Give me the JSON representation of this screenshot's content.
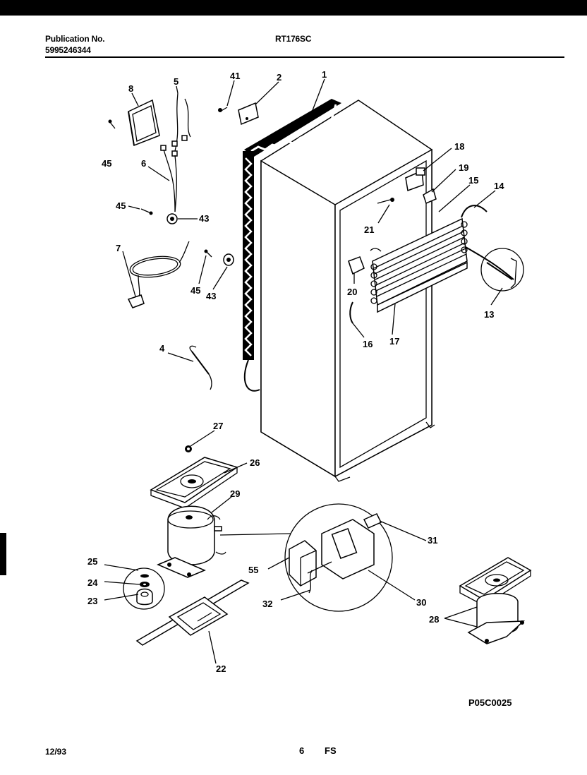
{
  "header": {
    "publication_label": "Publication No.",
    "publication_number": "5995246344",
    "model": "RT176SC"
  },
  "callouts": {
    "c1": "1",
    "c2": "2",
    "c4": "4",
    "c5": "5",
    "c6": "6",
    "c7": "7",
    "c8": "8",
    "c13": "13",
    "c14": "14",
    "c15": "15",
    "c16": "16",
    "c17": "17",
    "c18": "18",
    "c19": "19",
    "c20": "20",
    "c21": "21",
    "c22": "22",
    "c23": "23",
    "c24": "24",
    "c25": "25",
    "c26": "26",
    "c27": "27",
    "c28": "28",
    "c29": "29",
    "c30": "30",
    "c31": "31",
    "c32": "32",
    "c41": "41",
    "c43a": "43",
    "c43b": "43",
    "c45a": "45",
    "c45b": "45",
    "c45c": "45",
    "c55": "55"
  },
  "diagram_code": "P05C0025",
  "footer": {
    "date": "12/93",
    "page": "6",
    "section": "FS"
  }
}
